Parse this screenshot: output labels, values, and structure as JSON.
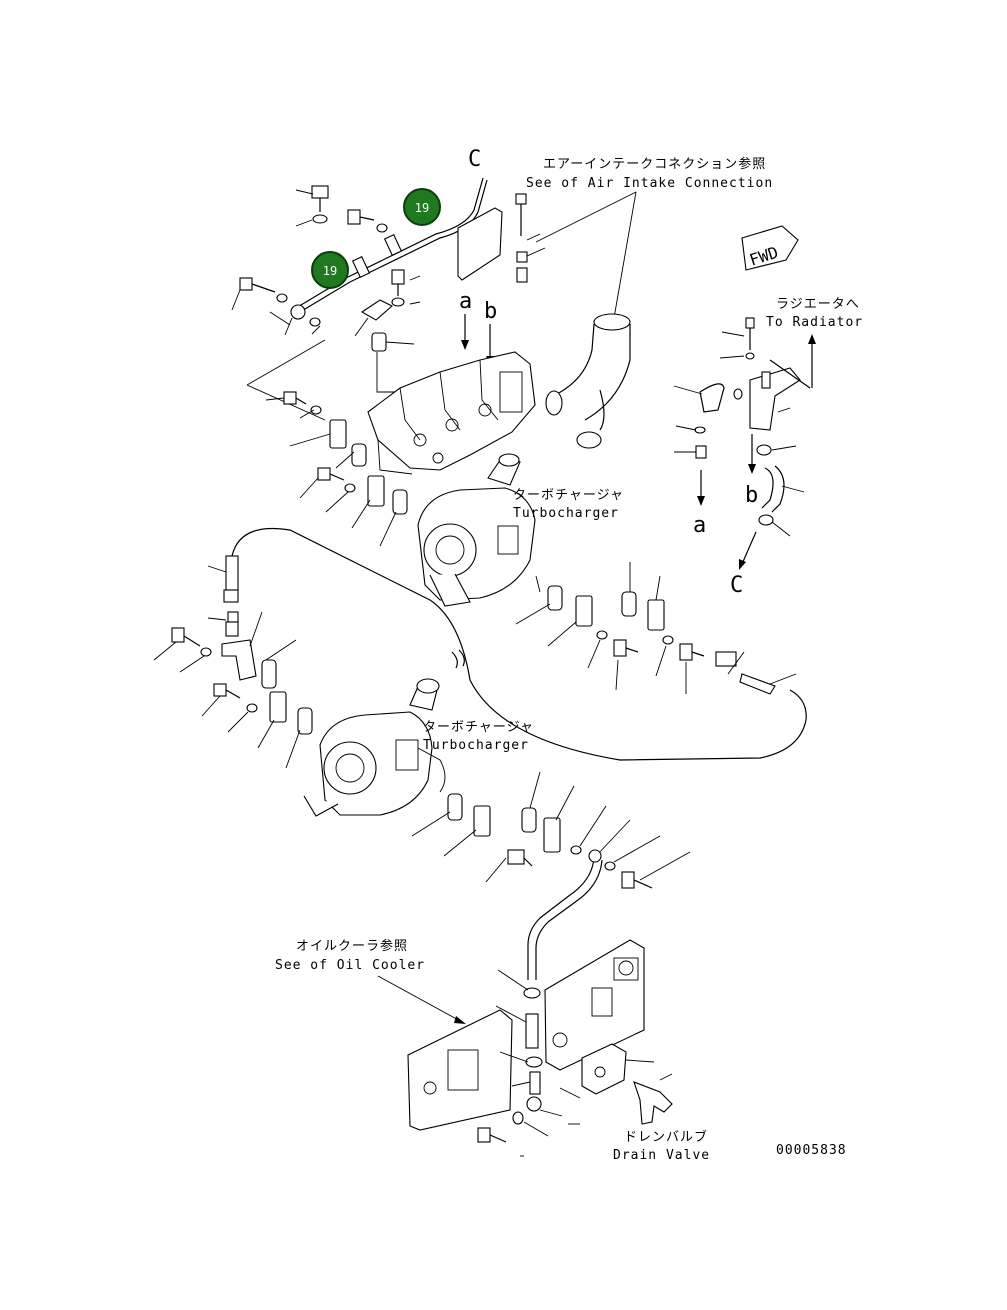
{
  "labels": {
    "air_intake_jp": "エアーインテークコネクション参照",
    "air_intake_en": "See of Air Intake Connection",
    "radiator_jp": "ラジエータへ",
    "radiator_en": "To Radiator",
    "turbo_upper_jp": "ターボチャージャ",
    "turbo_upper_en": "Turbocharger",
    "turbo_lower_jp": "ターボチャージャ",
    "turbo_lower_en": "Turbocharger",
    "oil_cooler_jp": "オイルクーラ参照",
    "oil_cooler_en": "See of Oil Cooler",
    "drain_jp": "ドレンバルブ",
    "drain_en": "Drain Valve",
    "fwd": "FWD",
    "drawing_no": "00005838"
  },
  "reference_letters": {
    "c_top": "C",
    "a_mid": "a",
    "b_mid": "b",
    "b_right": "b",
    "a_right": "a",
    "c_right": "C"
  },
  "callouts": [
    {
      "number": "19",
      "color": "#1f7a1f"
    },
    {
      "number": "19",
      "color": "#1f7a1f"
    }
  ]
}
